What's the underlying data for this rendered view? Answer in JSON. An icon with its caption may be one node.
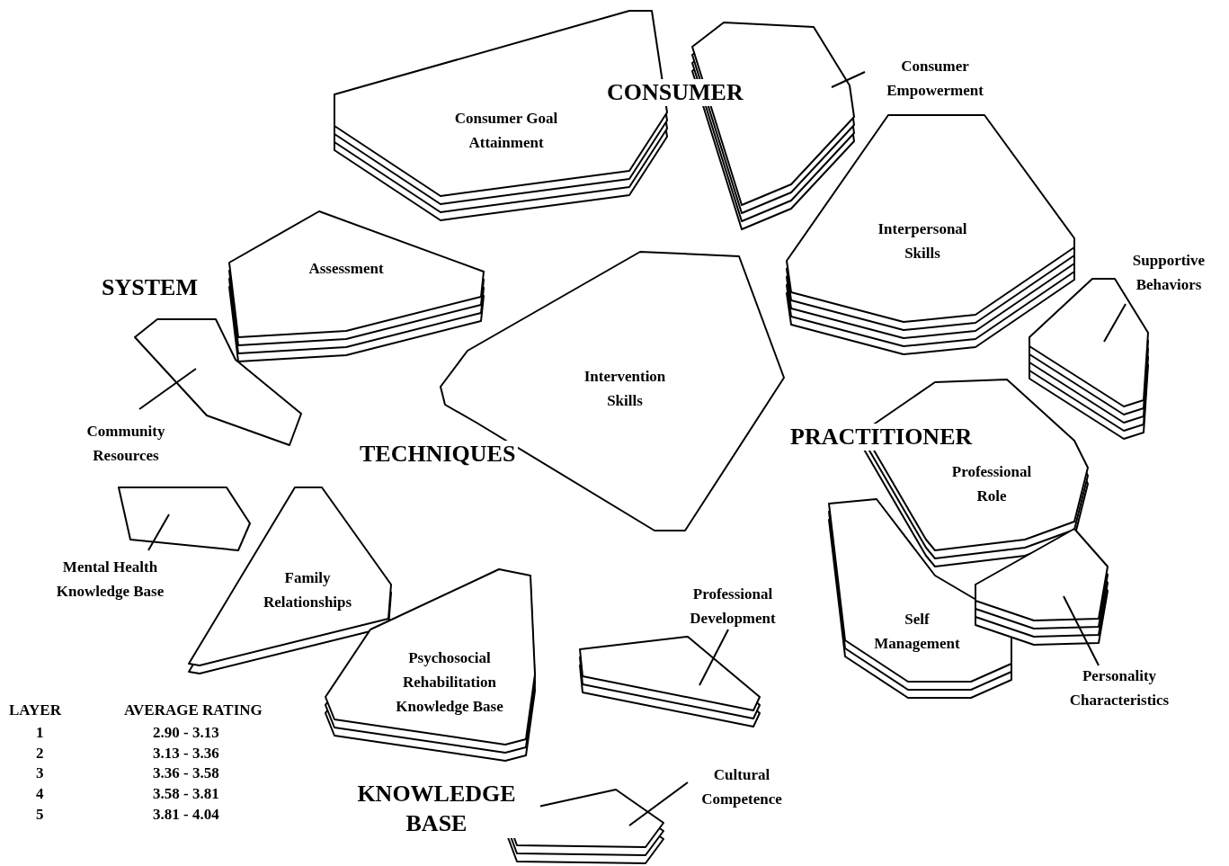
{
  "diagram": {
    "nodes": [
      {
        "text": [
          "Consumer Goal Attainment"
        ]
      },
      {
        "text": [],
        "shape": "polygon"
      },
      {
        "text": [
          "Consumer Empowerment"
        ]
      },
      {
        "text": [
          "Interpersonal Skills"
        ]
      },
      {
        "text": [],
        "shape": "polygon"
      },
      {
        "text": [
          "Supportive Behaviors"
        ]
      },
      {
        "text": [
          "Assessment"
        ]
      },
      {
        "text": [
          "Intervention Skills"
        ]
      },
      {
        "text": [],
        "shape": "polygon"
      },
      {
        "text": [
          "Community Resources"
        ]
      },
      {
        "text": [
          "Professional Role"
        ]
      },
      {
        "text": [],
        "shape": "polygon"
      },
      {
        "text": [
          "Mental Health Knowledge Base"
        ]
      },
      {
        "text": [
          "Family Relationships"
        ]
      },
      {
        "text": [
          "Self Management"
        ]
      },
      {
        "text": [],
        "shape": "polygon"
      },
      {
        "text": [
          "Personality Characteristics"
        ]
      },
      {
        "text": [
          "Psychosocial Rehabilitation Knowledge Base"
        ]
      },
      {
        "text": [],
        "shape": "polygon"
      },
      {
        "text": [
          "Professional Development"
        ]
      },
      {
        "text": [],
        "shape": "polygon"
      },
      {
        "text": [
          "Cultural Competence"
        ]
      }
    ],
    "edges": [
      {
        "from": 2,
        "to": 1,
        "arrow": "none"
      },
      {
        "from": 5,
        "to": 4,
        "arrow": "none"
      },
      {
        "from": 9,
        "to": 8,
        "arrow": "none"
      },
      {
        "from": 12,
        "to": 11,
        "arrow": "none"
      },
      {
        "from": 16,
        "to": 15,
        "arrow": "none"
      },
      {
        "from": 19,
        "to": 18,
        "arrow": "none"
      },
      {
        "from": 21,
        "to": 20,
        "arrow": "none"
      }
    ],
    "labels": [
      "CONSUMER",
      "SYSTEM",
      "TECHNIQUES",
      "PRACTITIONER",
      "KNOWLEDGE BASE",
      "LAYER",
      "AVERAGE RATING",
      "1",
      "2.90 - 3.13",
      "2",
      "3.13 - 3.36",
      "3",
      "3.36 - 3.58",
      "4",
      "3.58 - 3.81",
      "5",
      "3.81 - 4.04"
    ]
  }
}
